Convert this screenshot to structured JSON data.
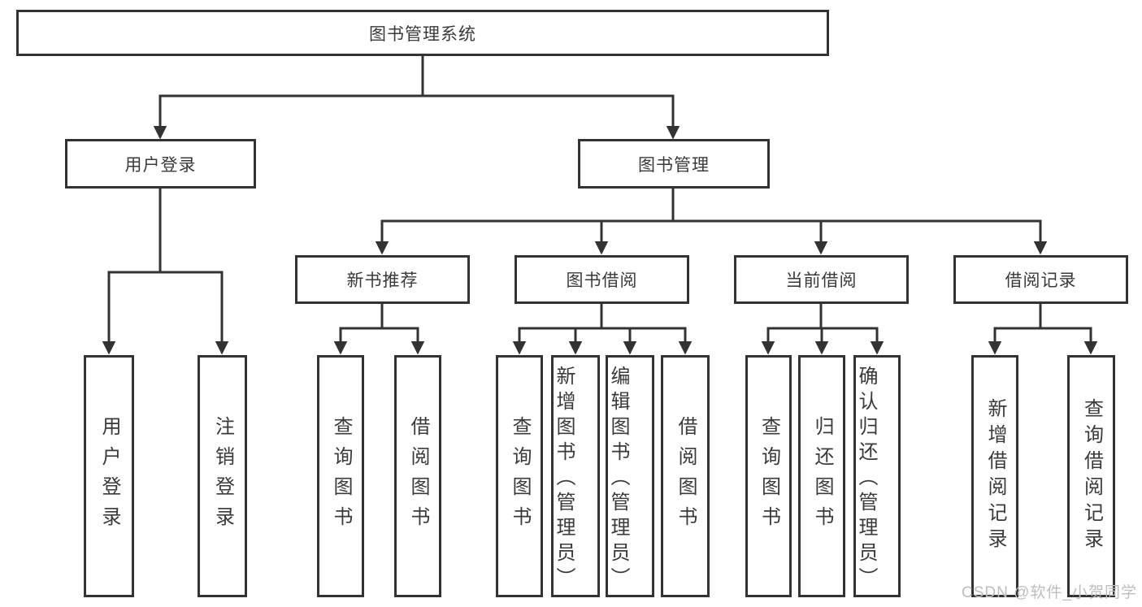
{
  "tree": {
    "root": {
      "label": "图书管理系统"
    },
    "branches": [
      {
        "label": "用户登录",
        "children": [
          {
            "label": "用户登录"
          },
          {
            "label": "注销登录"
          }
        ]
      },
      {
        "label": "图书管理",
        "children": [
          {
            "label": "新书推荐",
            "children": [
              {
                "label": "查询图书"
              },
              {
                "label": "借阅图书"
              }
            ]
          },
          {
            "label": "图书借阅",
            "children": [
              {
                "label": "查询图书"
              },
              {
                "label": "新增图书（管理员）"
              },
              {
                "label": "编辑图书（管理员）"
              },
              {
                "label": "借阅图书"
              }
            ]
          },
          {
            "label": "当前借阅",
            "children": [
              {
                "label": "查询图书"
              },
              {
                "label": "归还图书"
              },
              {
                "label": "确认归还（管理员）"
              }
            ]
          },
          {
            "label": "借阅记录",
            "children": [
              {
                "label": "新增借阅记录"
              },
              {
                "label": "查询借阅记录"
              }
            ]
          }
        ]
      }
    ]
  },
  "watermark": {
    "text": "CSDN @软件_小贺同学"
  },
  "colors": {
    "line": "#333333",
    "text": "#3a3a3a",
    "background": "#ffffff",
    "watermark": "#bdbdbd"
  }
}
